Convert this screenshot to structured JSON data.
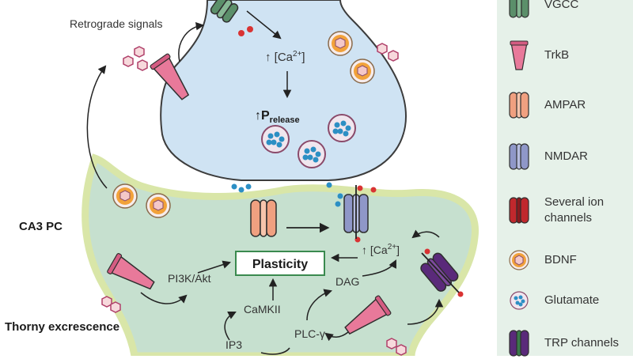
{
  "labels": {
    "retrograde": "Retrograde signals",
    "ca_pre": "↑ [Ca",
    "ca_pre_sup": "2+",
    "ca_pre_close": "]",
    "p_release_arrow": "↑P",
    "p_release_sub": "release",
    "ca3pc": "CA3 PC",
    "thorny": "Thorny excrescence",
    "plasticity": "Plasticity",
    "pi3k": "PI3K/Akt",
    "camkii": "CaMKII",
    "dag": "DAG",
    "plc": "PLC-γ",
    "ip3": "IP3",
    "ca_post": "↑ [Ca",
    "ca_post_sup": "2+",
    "ca_post_close": "]"
  },
  "legend": [
    {
      "name": "VGCC",
      "icon": "vgcc-icon"
    },
    {
      "name": "TrkB",
      "icon": "trkb-icon"
    },
    {
      "name": "AMPAR",
      "icon": "ampar-icon"
    },
    {
      "name": "NMDAR",
      "icon": "nmdar-icon"
    },
    {
      "name": "Several ion channels",
      "icon": "ion-channels-icon"
    },
    {
      "name": "BDNF",
      "icon": "bdnf-icon"
    },
    {
      "name": "Glutamate",
      "icon": "glutamate-icon"
    },
    {
      "name": "TRP channels",
      "icon": "trp-icon"
    }
  ],
  "colors": {
    "presynaptic": "#cfe3f3",
    "postsynaptic": "#c6e0cf",
    "membrane": "#d9e6a8",
    "legend_bg": "#e6f1e9",
    "plasticity_border": "#3a8a4f",
    "bdnf": "#f2a23a",
    "trkb": "#e8799a",
    "ampar": "#f0a080",
    "nmdar": "#8f97c8",
    "trp": "#5a2a7a",
    "ion_channel": "#c0282d",
    "vgcc": "#5b8f6a",
    "glutamate": "#2c8fc4"
  }
}
